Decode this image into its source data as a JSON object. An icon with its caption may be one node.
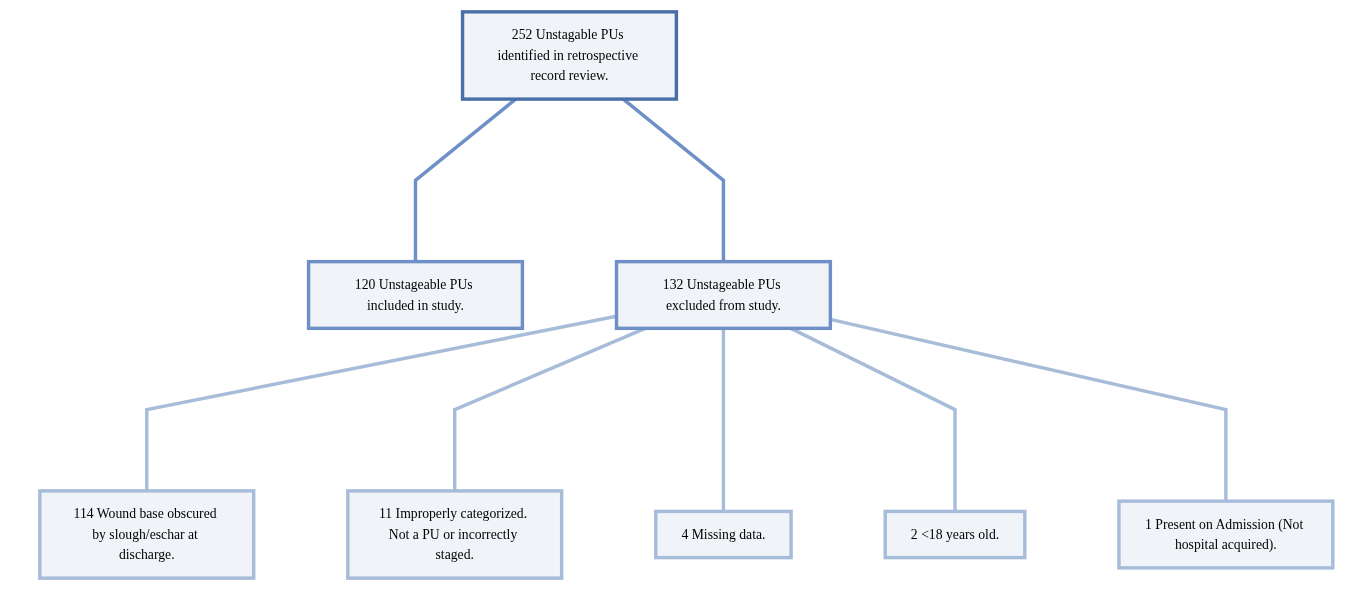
{
  "diagram": {
    "nodes": [
      {
        "text": [
          "252 Unstagable PUs identified in retrospective record review."
        ]
      },
      {
        "text": [
          "120 Unstageable PUs included in study."
        ]
      },
      {
        "text": [
          "132 Unstageable PUs excluded from study."
        ]
      },
      {
        "text": [
          "114 Wound base obscured by slough/eschar at discharge."
        ]
      },
      {
        "text": [
          "11 Improperly categorized. Not a PU or incorrectly staged."
        ]
      },
      {
        "text": [
          "4 Missing data."
        ]
      },
      {
        "text": [
          "2 <18 years old."
        ]
      },
      {
        "text": [
          "1 Present on Admission (Not hospital acquired)."
        ]
      }
    ],
    "edges": [
      {
        "from": 0,
        "to": 1,
        "arrow": "none"
      },
      {
        "from": 0,
        "to": 2,
        "arrow": "none"
      },
      {
        "from": 2,
        "to": 3,
        "arrow": "none"
      },
      {
        "from": 2,
        "to": 4,
        "arrow": "none"
      },
      {
        "from": 2,
        "to": 5,
        "arrow": "none"
      },
      {
        "from": 2,
        "to": 6,
        "arrow": "none"
      },
      {
        "from": 2,
        "to": 7,
        "arrow": "none"
      }
    ]
  }
}
